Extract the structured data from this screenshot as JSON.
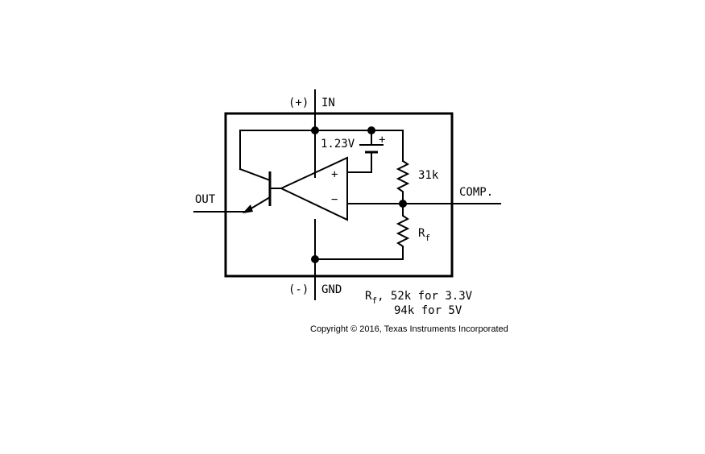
{
  "labels": {
    "in_polarity": "(+)",
    "in": "IN",
    "gnd_polarity": "(-)",
    "gnd": "GND",
    "out": "OUT",
    "comp": "COMP.",
    "reference_voltage": "1.23V",
    "battery_plus": "+",
    "opamp_plus": "+",
    "opamp_minus": "−",
    "r_top": "31k",
    "rf_main": "R",
    "rf_sub": "f",
    "note_line1_main": "R",
    "note_line1_sub": "f",
    "note_line1_rest": ", 52k for 3.3V",
    "note_line2": "94k for 5V",
    "copyright": "Copyright © 2016, Texas Instruments Incorporated"
  }
}
